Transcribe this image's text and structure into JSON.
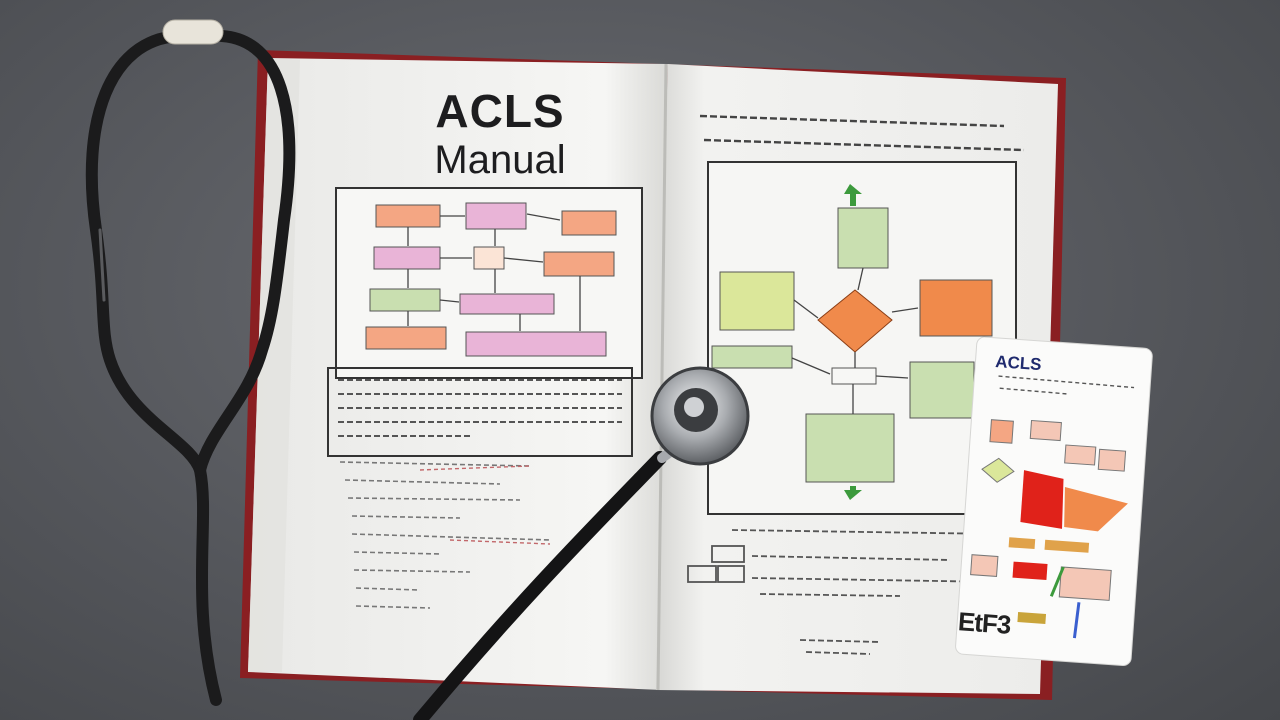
{
  "book": {
    "title_line1": "ACLS",
    "title_line2": "Manual"
  },
  "reference_card": {
    "title": "ACLS",
    "footer_mark": "EtF3"
  },
  "colors": {
    "background": "#55575c",
    "book_cover": "#8a1f22",
    "page": "#f3f3f1",
    "box_orange": "#f4a683",
    "box_pink": "#e9b4d7",
    "box_green": "#c9dfb0",
    "box_yellow_green": "#dbe79a",
    "diamond_orange": "#f08a4b",
    "card_red": "#e0221a",
    "stethoscope": "#1b1b1c",
    "chestpiece": "#b9bcc0"
  }
}
